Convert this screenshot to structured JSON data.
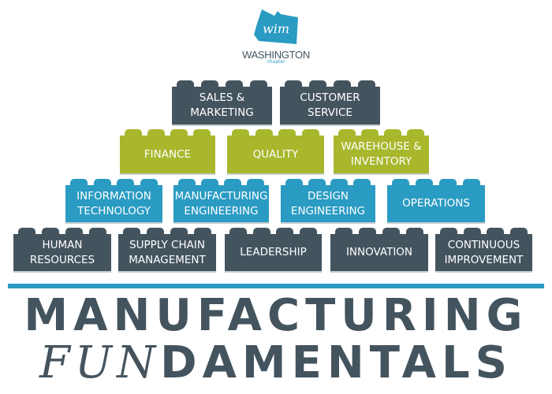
{
  "logo": {
    "mark": "wim",
    "name": "WASHINGTON",
    "sub": "chapter"
  },
  "rows": [
    {
      "color": "dark",
      "bricks": [
        "SALES &\nMARKETING",
        "CUSTOMER\nSERVICE"
      ]
    },
    {
      "color": "green",
      "bricks": [
        "FINANCE",
        "QUALITY",
        "WAREHOUSE &\nINVENTORY"
      ]
    },
    {
      "color": "blue",
      "bricks": [
        "INFORMATION\nTECHNOLOGY",
        "MANUFACTURING\nENGINEERING",
        "DESIGN\nENGINEERING",
        "OPERATIONS"
      ]
    },
    {
      "color": "dark",
      "bricks": [
        "HUMAN\nRESOURCES",
        "SUPPLY CHAIN\nMANAGEMENT",
        "LEADERSHIP",
        "INNOVATION",
        "CONTINUOUS\nIMPROVEMENT"
      ]
    }
  ],
  "title": {
    "line1": "MANUFACTURING",
    "fun": "FUN",
    "rest": "DAMENTALS"
  },
  "colors": {
    "dark": "#44545f",
    "green": "#a8b72c",
    "blue": "#2a9bc2"
  }
}
